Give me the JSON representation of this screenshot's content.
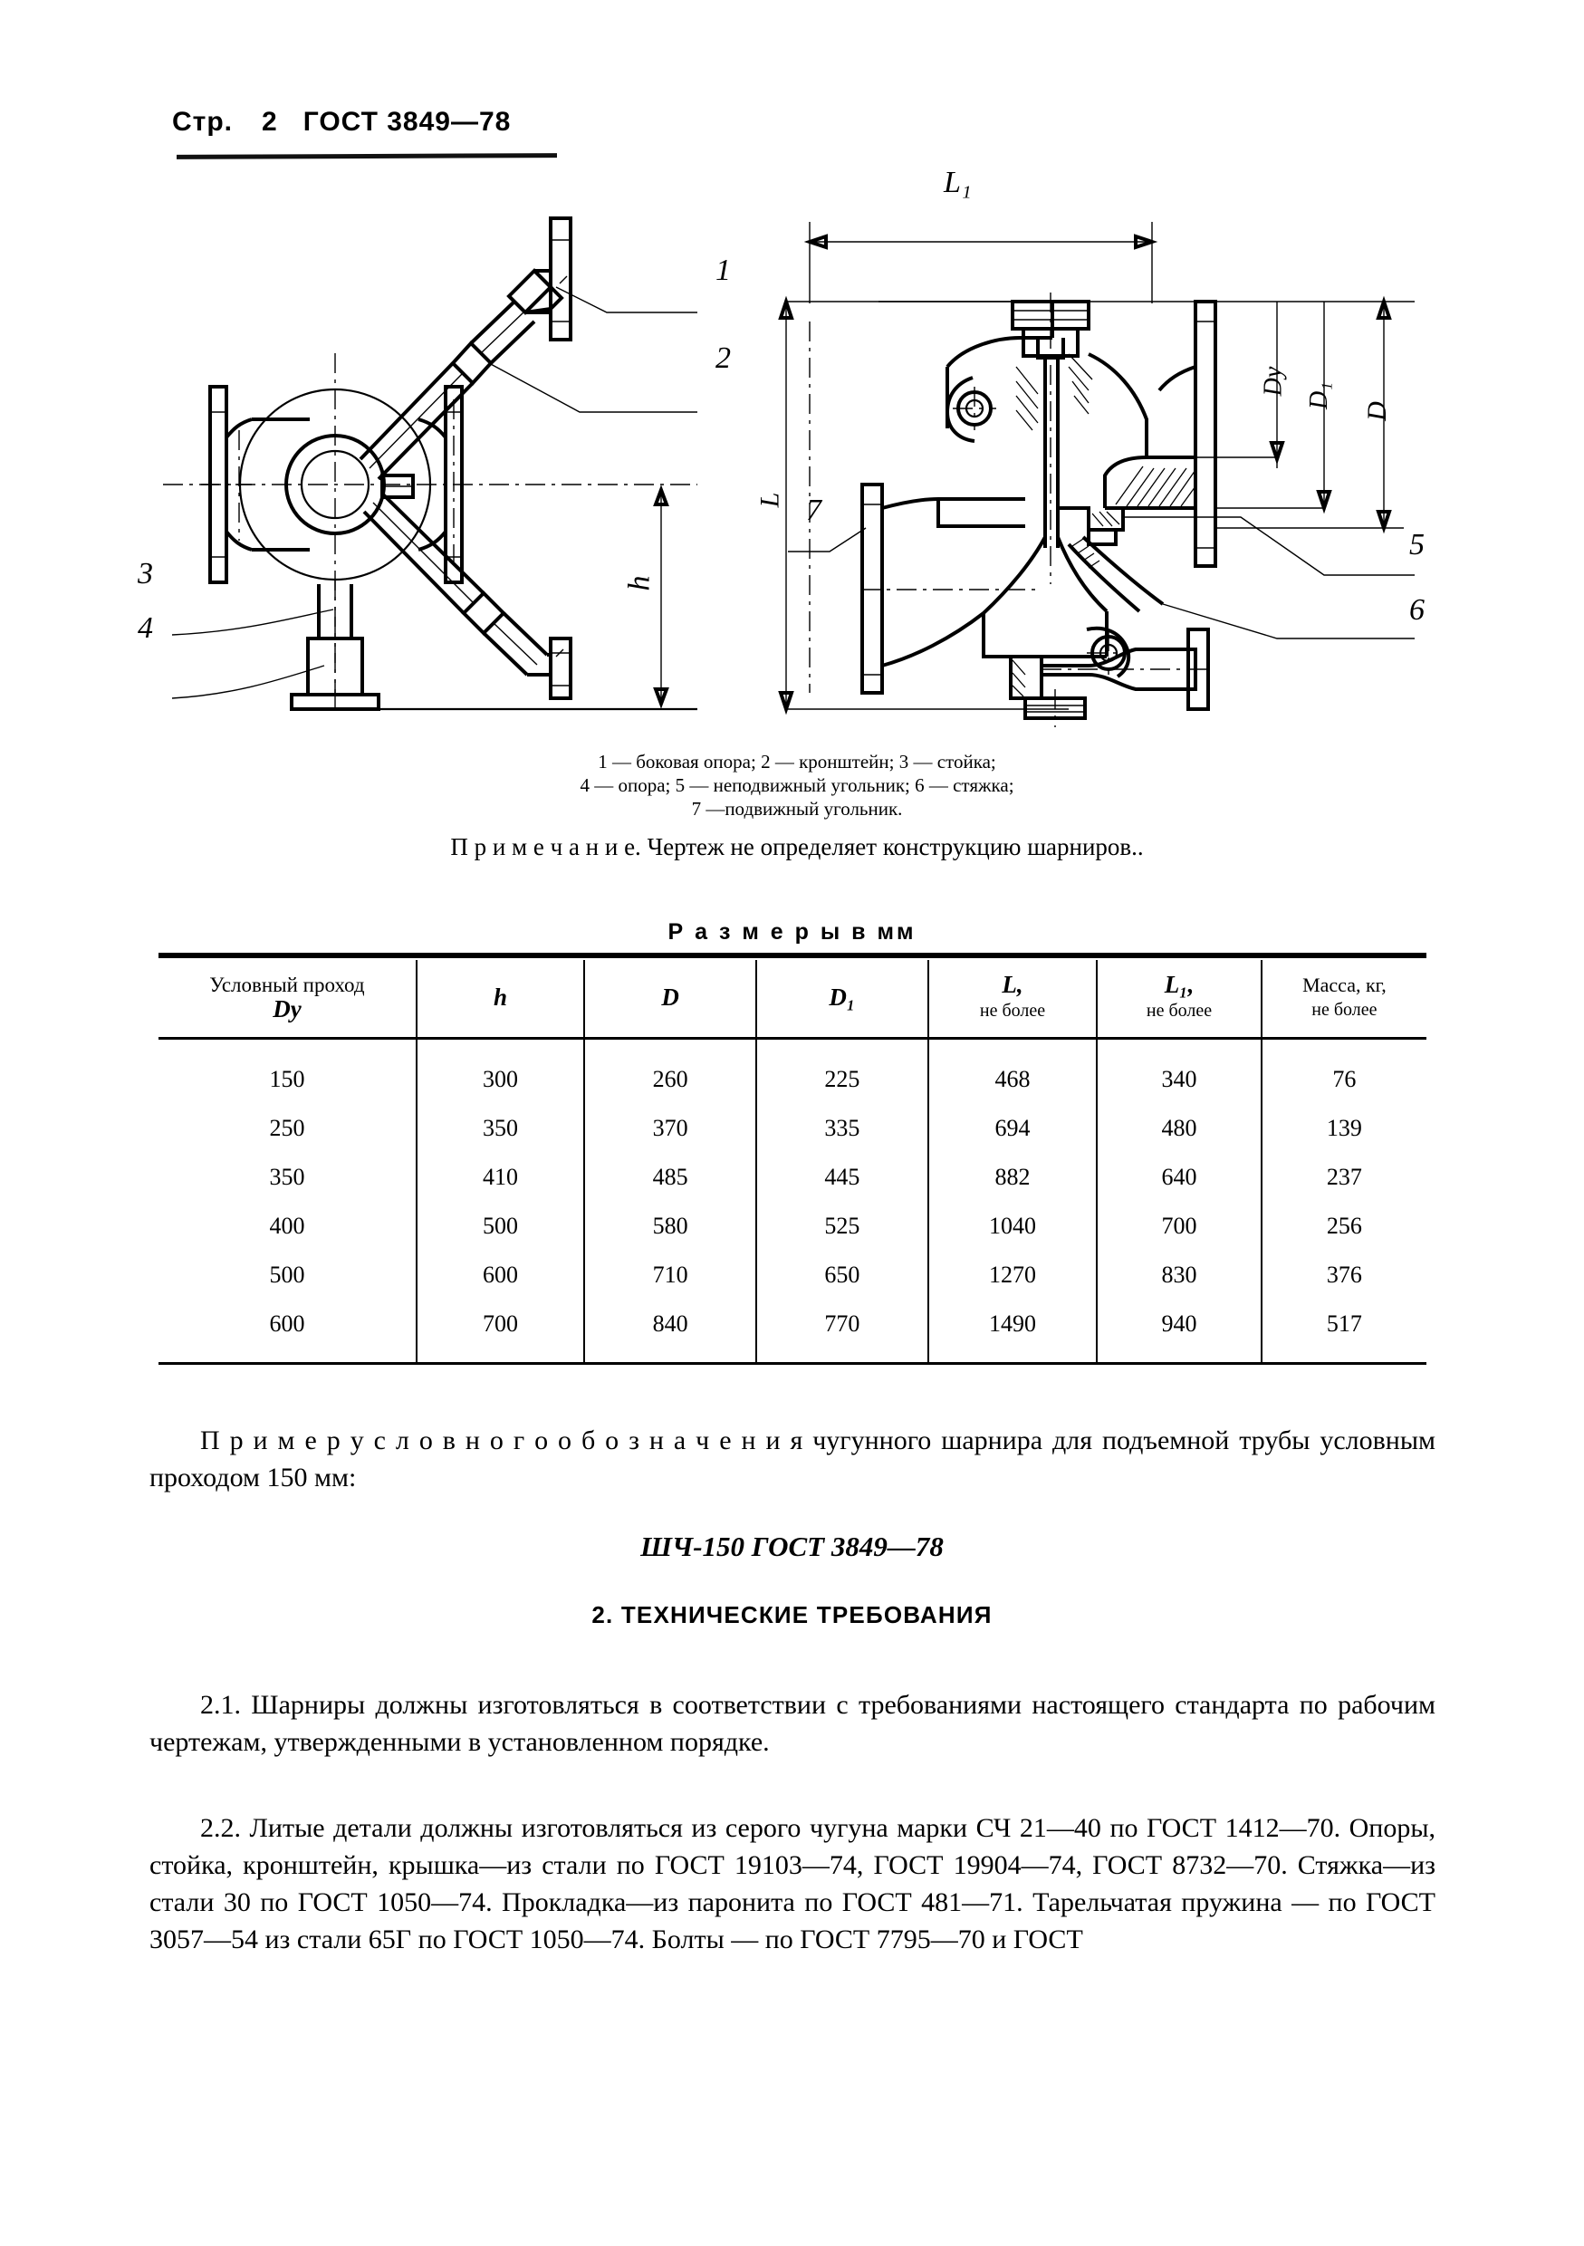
{
  "header": {
    "page_word": "Стр.",
    "page_number": "2",
    "standard": "ГОСТ 3849—78"
  },
  "figure": {
    "left_view": {
      "callouts": [
        "1",
        "2",
        "3",
        "4"
      ],
      "dimension_labels": [
        "h"
      ]
    },
    "right_view": {
      "callouts": [
        "7",
        "5",
        "6"
      ],
      "dimension_labels": [
        "L₁",
        "L",
        "Dу",
        "D₁",
        "D"
      ]
    },
    "legend_line1": "1 — боковая опора; 2 — кронштейн; 3 — стойка;",
    "legend_line2": "4 — опора; 5 — неподвижный угольник; 6 — стяжка;",
    "legend_line3": "7 —подвижный угольник.",
    "note_label": "П р и м е ч а н и е.",
    "note_text": "Чертеж не определяет конструкцию   шарниров.."
  },
  "table": {
    "title": "Р а з м е р ы в мм",
    "headers": [
      {
        "main": "Условный проход",
        "sub": "Dу"
      },
      {
        "main": "h",
        "sub": ""
      },
      {
        "main": "D",
        "sub": ""
      },
      {
        "main": "D₁",
        "sub": ""
      },
      {
        "main": "L,",
        "sub": "не более"
      },
      {
        "main": "L₁,",
        "sub": "не более"
      },
      {
        "main": "Масса, кг,",
        "sub": "не более"
      }
    ],
    "rows": [
      [
        "150",
        "300",
        "260",
        "225",
        "468",
        "340",
        "76"
      ],
      [
        "250",
        "350",
        "370",
        "335",
        "694",
        "480",
        "139"
      ],
      [
        "350",
        "410",
        "485",
        "445",
        "882",
        "640",
        "237"
      ],
      [
        "400",
        "500",
        "580",
        "525",
        "1040",
        "700",
        "256"
      ],
      [
        "500",
        "600",
        "710",
        "650",
        "1270",
        "830",
        "376"
      ],
      [
        "600",
        "700",
        "840",
        "770",
        "1490",
        "940",
        "517"
      ]
    ]
  },
  "example": {
    "text": "П р и м е р   у с л о в н о г о   о б о з н а ч е н и я   чугунного шарнира для подъемной трубы условным проходом 150 мм:",
    "designation": "ШЧ-150 ГОСТ 3849—78"
  },
  "section": {
    "heading": "2. ТЕХНИЧЕСКИЕ ТРЕБОВАНИЯ",
    "p21": "2.1. Шарниры должны изготовляться в соответствии с требованиями настоящего стандарта  по рабочим чертежам, утвержденными в установленном порядке.",
    "p22": "2.2. Литые детали должны изготовляться из серого чугуна марки СЧ 21—40 по ГОСТ 1412—70. Опоры, стойка, кронштейн, крышка—из стали по ГОСТ 19103—74, ГОСТ 19904—74, ГОСТ 8732—70. Стяжка—из стали 30 по ГОСТ 1050—74. Прокладка—из паронита по ГОСТ 481—71. Тарельчатая пружина — по ГОСТ 3057—54 из стали 65Г по ГОСТ 1050—74. Болты — по ГОСТ   7795—70 и ГОСТ"
  },
  "colors": {
    "ink": "#000000",
    "paper": "#ffffff"
  }
}
